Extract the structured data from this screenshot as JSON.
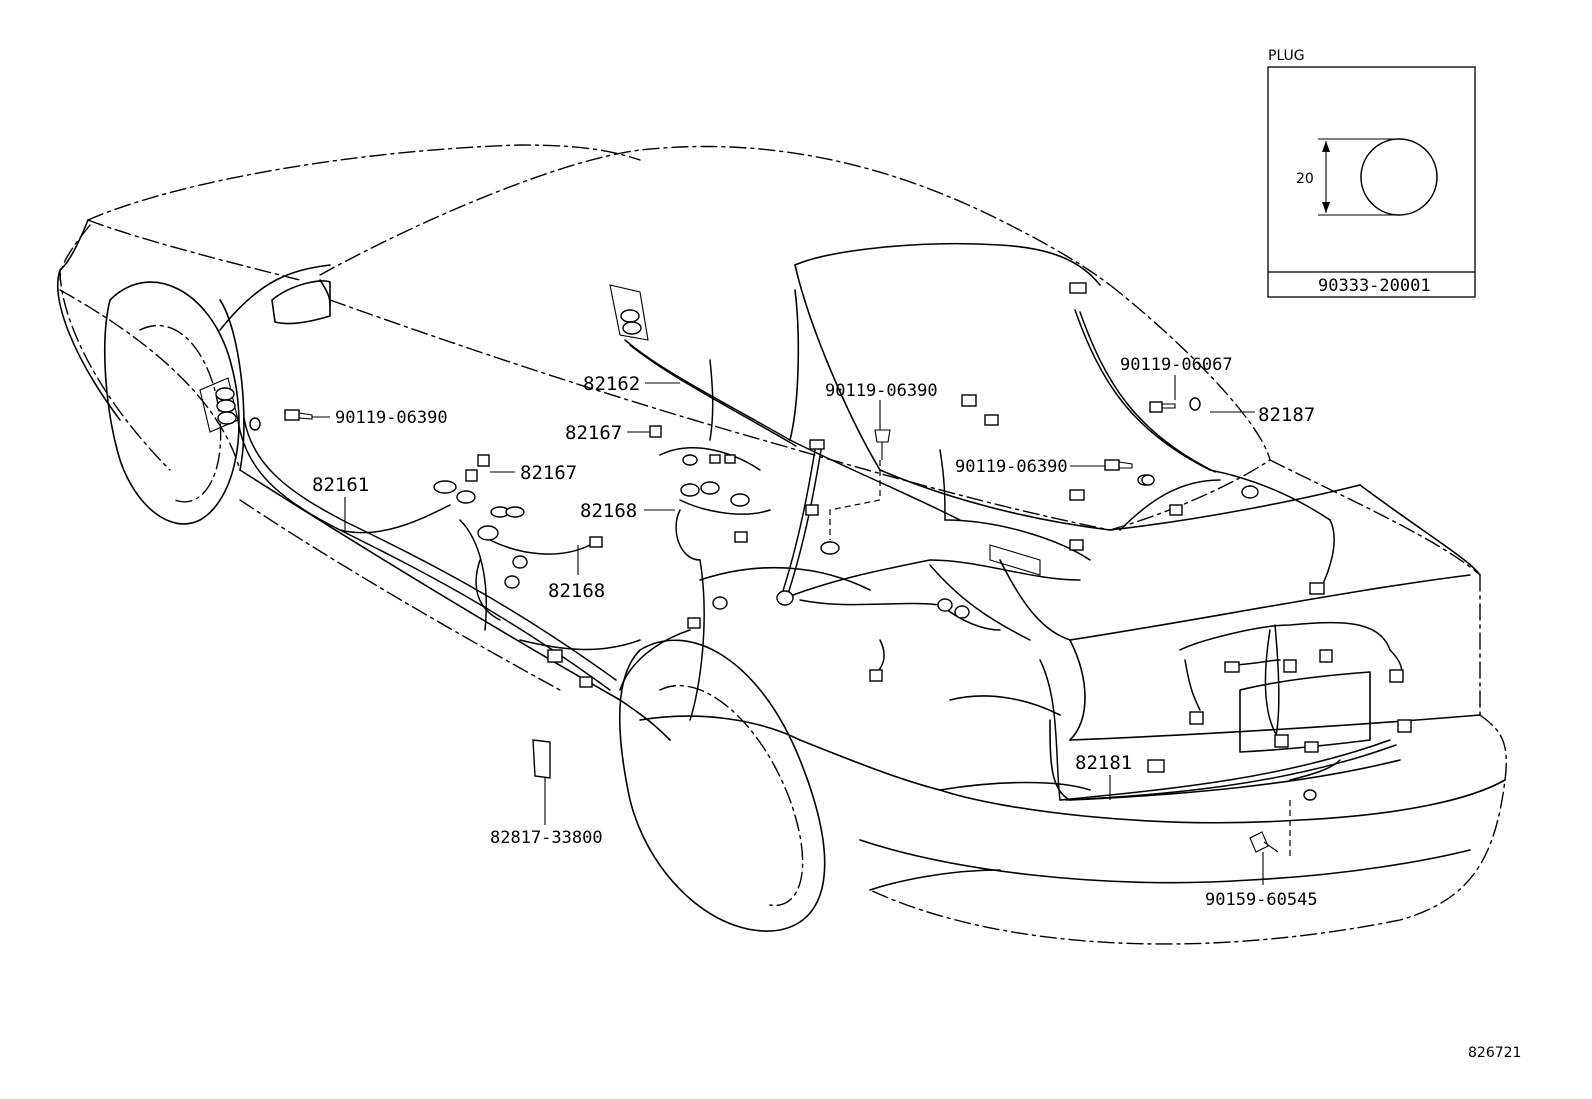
{
  "labels": {
    "p82161": "82161",
    "p82162": "82162",
    "p82167a": "82167",
    "p82167b": "82167",
    "p82168a": "82168",
    "p82168b": "82168",
    "p82181": "82181",
    "p82187": "82187",
    "p90119_06390_a": "90119-06390",
    "p90119_06390_b": "90119-06390",
    "p90119_06390_c": "90119-06390",
    "p90119_06067": "90119-06067",
    "p82817_33800": "82817-33800",
    "p90159_60545": "90159-60545"
  },
  "plug_inset": {
    "title": "PLUG",
    "dimension": "20",
    "part_number": "90333-20001"
  },
  "figure_id": "826721"
}
